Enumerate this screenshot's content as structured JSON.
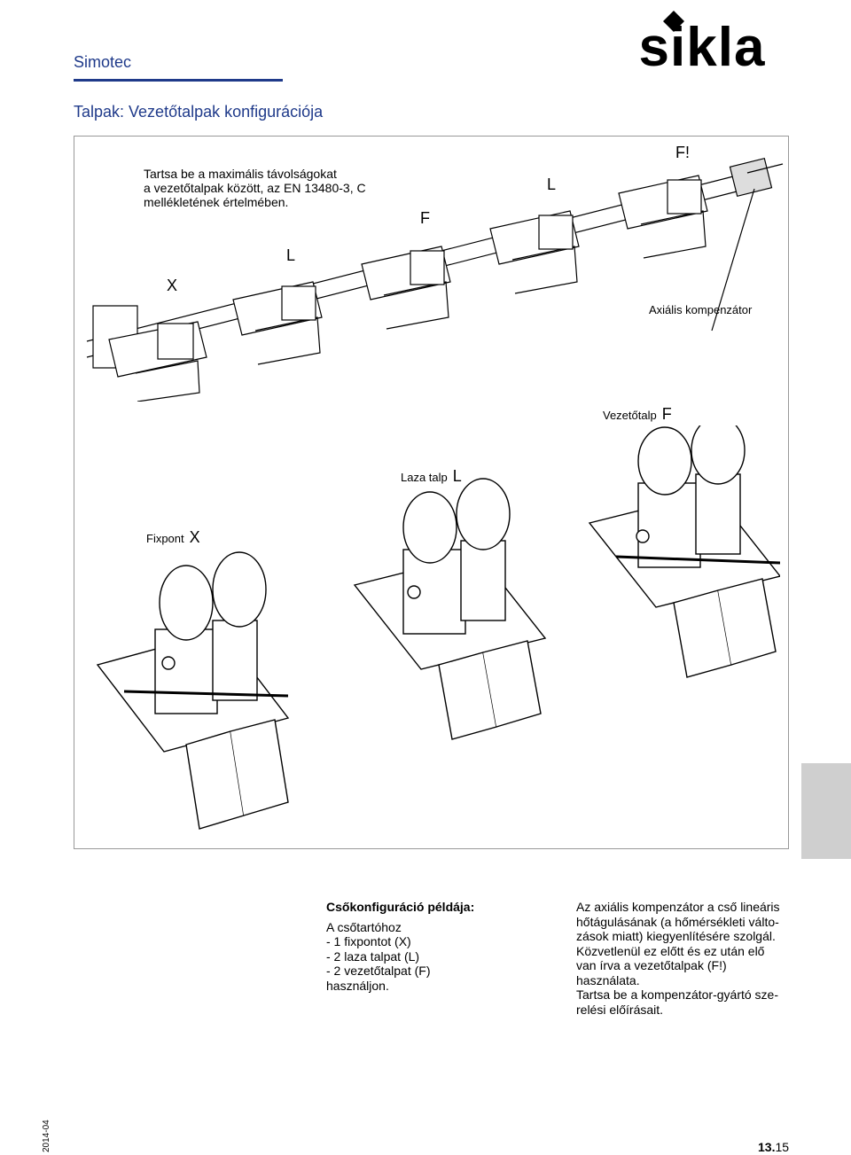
{
  "header": {
    "product": "Simotec",
    "logo_text": "sikla"
  },
  "heading": "Talpak: Vezetőtalpak konfigurációja",
  "figure": {
    "intro_lines": [
      "Tartsa be a maximális távolságokat",
      "a vezetőtalpak között, az EN 13480-3, C",
      "mellékletének értelmében."
    ],
    "top_labels": {
      "x": "X",
      "l1": "L",
      "f": "F",
      "l2": "L",
      "f_excl": "F!",
      "compensator": "Axiális kompenzátor"
    },
    "legend": {
      "guided": {
        "text": "Vezetőtalp",
        "letter": "F"
      },
      "loose": {
        "text": "Laza talp",
        "letter": "L"
      },
      "fixed": {
        "text": "Fixpont",
        "letter": "X"
      }
    }
  },
  "left_column": {
    "heading": "Csőkonfiguráció példája:",
    "lines": [
      "A csőtartóhoz",
      "- 1 fixpontot (X)",
      "- 2 laza talpat (L)",
      "- 2 vezetőtalpat (F)",
      "használjon."
    ]
  },
  "right_column": {
    "lines": [
      "Az axiális kompenzátor a cső lineáris",
      "hőtágulásának (a hőmérsékleti válto-",
      "zások miatt) kiegyenlítésére szolgál.",
      "Közvetlenül ez előtt és ez után elő",
      "van írva a vezetőtalpak (F!)",
      "használata.",
      "Tartsa be a kompenzátor-gyártó sze-",
      "relési előírásait."
    ]
  },
  "footer": {
    "date": "2014-04",
    "page_bold": "13.",
    "page_rest": "15"
  }
}
